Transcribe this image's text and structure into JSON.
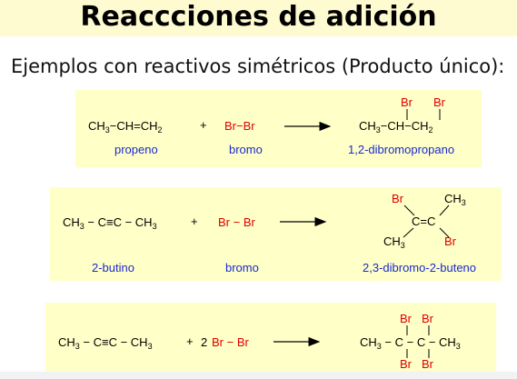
{
  "title": "Reaccciones de adición",
  "subtitle": "Ejemplos con reactivos simétricos (Producto único):",
  "r1": {
    "reactant": {
      "ch3": "CH",
      "s3": "3",
      "mid": "−CH=CH",
      "s2": "2"
    },
    "plus": "+",
    "reagent": "Br−Br",
    "product": {
      "br1": "Br",
      "br2": "Br",
      "ch3": "CH",
      "s3": "3",
      "mid": "−CH−CH",
      "s2": "2"
    },
    "labels": {
      "reactant": "propeno",
      "reagent": "bromo",
      "product": "1,2-dibromopropano"
    }
  },
  "r2": {
    "reactant": {
      "a": "CH",
      "s3": "3",
      "mid": " − C≡C − CH",
      "s3b": "3"
    },
    "plus": "+",
    "reagent": "Br − Br",
    "product": {
      "br_tl": "Br",
      "ch3_tr": "CH",
      "s3_tr": "3",
      "cc": "C=C",
      "ch3_bl": "CH",
      "s3_bl": "3",
      "br_br": "Br"
    },
    "labels": {
      "reactant": "2-butino",
      "reagent": "bromo",
      "product": "2,3-dibromo-2-buteno"
    }
  },
  "r3": {
    "reactant": {
      "a": "CH",
      "s3": "3",
      "mid": " − C≡C − CH",
      "s3b": "3"
    },
    "plus": "+",
    "coef": "2",
    "reagent": "Br − Br",
    "product": {
      "br_t1": "Br",
      "br_t2": "Br",
      "left": "CH",
      "s3": "3",
      "mid": " − C − C − CH",
      "s3b": "3",
      "br_b1": "Br",
      "br_b2": "Br"
    }
  }
}
